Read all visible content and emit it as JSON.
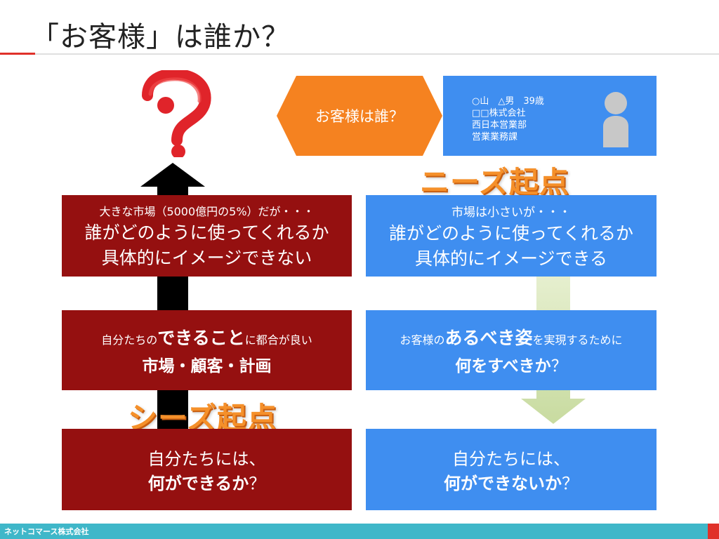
{
  "title": "「お客様」は誰か？",
  "question_box": {
    "label": "お客様は誰？"
  },
  "persona": {
    "lines": [
      "○山　△男　39歳",
      "□□株式会社",
      "西日本営業部",
      "営業業務課"
    ]
  },
  "labels": {
    "needs": "ニーズ起点",
    "seeds": "シーズ起点"
  },
  "left": {
    "top": {
      "line1": "大きな市場（5000億円の5%）だが・・・",
      "line2": "誰がどのように使ってくれるか",
      "line3": "具体的にイメージできない"
    },
    "middle": {
      "line1_pre": "自分たちの",
      "line1_em": "できること",
      "line1_post": "に都合が良い",
      "line2": "市場・顧客・計画"
    },
    "bottom": {
      "line1": "自分たちには、",
      "line2_em": "何ができるか",
      "line2_post": "？"
    }
  },
  "right": {
    "top": {
      "line1": "市場は小さいが・・・",
      "line2": "誰がどのように使ってくれるか",
      "line3": "具体的にイメージできる"
    },
    "middle": {
      "line1_pre": "お客様の",
      "line1_em": "あるべき姿",
      "line1_post": "を実現するために",
      "line2_em": "何をすべきか",
      "line2_post": "？"
    },
    "bottom": {
      "line1": "自分たちには、",
      "line2_em": "何ができないか",
      "line2_post": "？"
    }
  },
  "footer": {
    "company": "ネットコマース株式会社"
  },
  "colors": {
    "dark_red": "#951010",
    "blue": "#3f8ef0",
    "orange": "#f58220",
    "label_orange": "#f5902a",
    "green_arrow": "#d6e6b0",
    "question_red": "#e0242a",
    "footer_teal": "#3fb7c9",
    "accent_red": "#e0312a"
  },
  "icons": [
    "question-mark-icon",
    "person-icon",
    "up-arrow-icon",
    "down-arrow-icon"
  ]
}
